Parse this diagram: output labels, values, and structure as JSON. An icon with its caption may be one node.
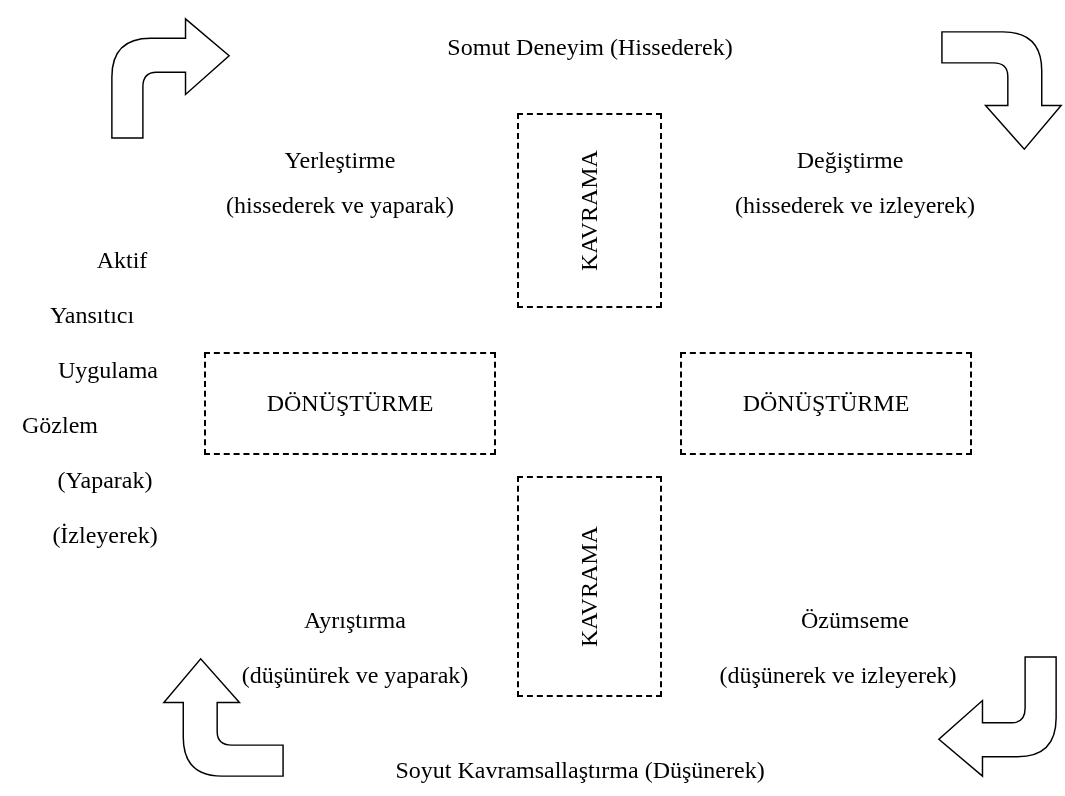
{
  "diagram": {
    "nodes": [
      {
        "text": [
          "KAVRAMA"
        ]
      },
      {
        "text": [
          "DÖNÜŞTÜRME"
        ]
      },
      {
        "text": [
          "DÖNÜŞTÜRME"
        ]
      },
      {
        "text": [
          "KAVRAMA"
        ]
      }
    ],
    "labels": [
      "Somut Deneyim (Hissederek)",
      "Yerleştirme",
      "(hissederek ve yaparak)",
      "Değiştirme",
      "(hissederek ve izleyerek)",
      "Aktif",
      "Yansıtıcı",
      "Uygulama",
      "Gözlem",
      "(Yaparak)",
      "(İzleyerek)",
      "Ayrıştırma",
      "(düşünürek ve yaparak)",
      "Özümseme",
      "(düşünerek ve izleyerek)",
      "Soyut Kavramsallaştırma (Düşünerek)"
    ]
  }
}
